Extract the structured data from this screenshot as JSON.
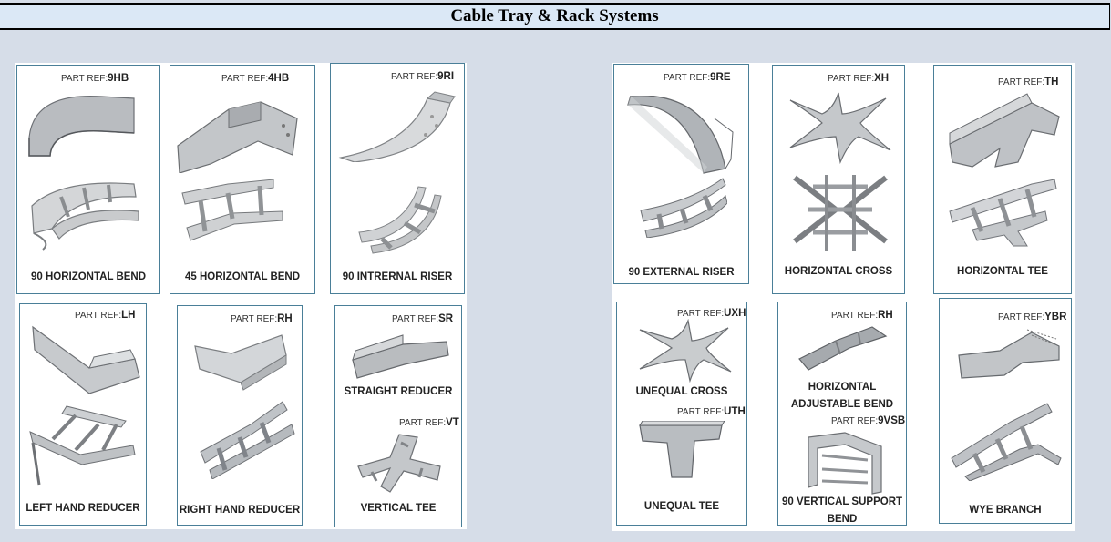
{
  "title": "Cable Tray & Rack Systems",
  "ref_prefix": "PART REF:",
  "left": {
    "top": [
      {
        "ref": "9HB",
        "label": "90 HORIZONTAL BEND"
      },
      {
        "ref": "4HB",
        "label": "45 HORIZONTAL BEND"
      },
      {
        "ref": "9RI",
        "label": "90 INTRERNAL RISER"
      }
    ],
    "bottom": [
      {
        "ref": "LH",
        "label": "LEFT HAND REDUCER"
      },
      {
        "ref": "RH",
        "label": "RIGHT HAND REDUCER"
      },
      {
        "ref": "SR",
        "label": "STRAIGHT REDUCER",
        "ref2": "VT",
        "label2": "VERTICAL TEE"
      }
    ]
  },
  "right": {
    "top": [
      {
        "ref": "9RE",
        "label": "90 EXTERNAL RISER"
      },
      {
        "ref": "XH",
        "label": "HORIZONTAL CROSS"
      },
      {
        "ref": "TH",
        "label": "HORIZONTAL TEE"
      }
    ],
    "bottom": [
      {
        "ref": "UXH",
        "label": "UNEQUAL CROSS",
        "ref2": "UTH",
        "label2": "UNEQUAL TEE"
      },
      {
        "ref": "RH",
        "label": "HORIZONTAL ADJUSTABLE BEND",
        "ref2": "9VSB",
        "label2": "90 VERTICAL SUPPORT BEND"
      },
      {
        "ref": "YBR",
        "label": "WYE BRANCH"
      }
    ]
  }
}
